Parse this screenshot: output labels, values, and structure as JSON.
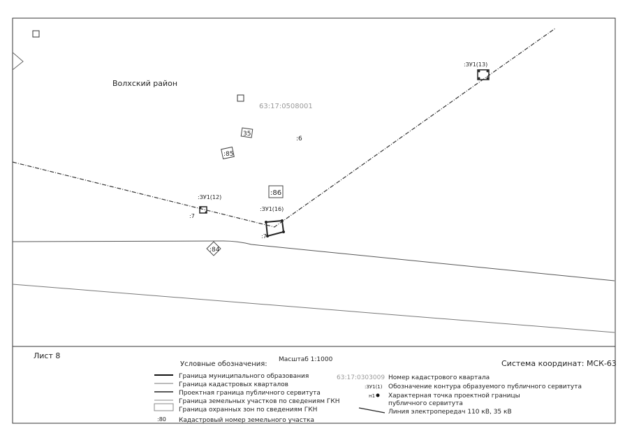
{
  "map": {
    "district": "Волхский район",
    "quarter_number": "63:17:0508001",
    "parcels": [
      "35",
      ":85",
      ":6",
      ":86",
      ":84",
      ":7",
      ":7"
    ],
    "contours": [
      ":ЗУ1(13)",
      ":ЗУ1(12)",
      ":ЗУ1(16)"
    ]
  },
  "footer": {
    "sheet": "Лист 8",
    "scale": "Масштаб 1:1000",
    "coord_system": "Система координат: МСК-63",
    "legend_title": "Условные обозначения:"
  },
  "legend": {
    "left": [
      "Граница муниципального образования",
      "Граница кадастровых кварталов",
      "Проектная граница публичного сервитута",
      "Граница земельных участков по сведениям ГКН",
      "Граница охранных зон по сведениям ГКН",
      "Кадастровый номер земельного участка"
    ],
    "left_sample_number": ":80",
    "right": [
      "Номер кадастрового квартала",
      "Обозначение контура образуемого публичного сервитута",
      "Характерная точка проектной границы",
      "публичного сервитута",
      "Линия электропередач 110 кВ, 35 кВ"
    ],
    "right_sample_quarter": "63:17:0303009",
    "right_sample_contour": ":ЗУ1(1)",
    "right_sample_point": "н1"
  }
}
